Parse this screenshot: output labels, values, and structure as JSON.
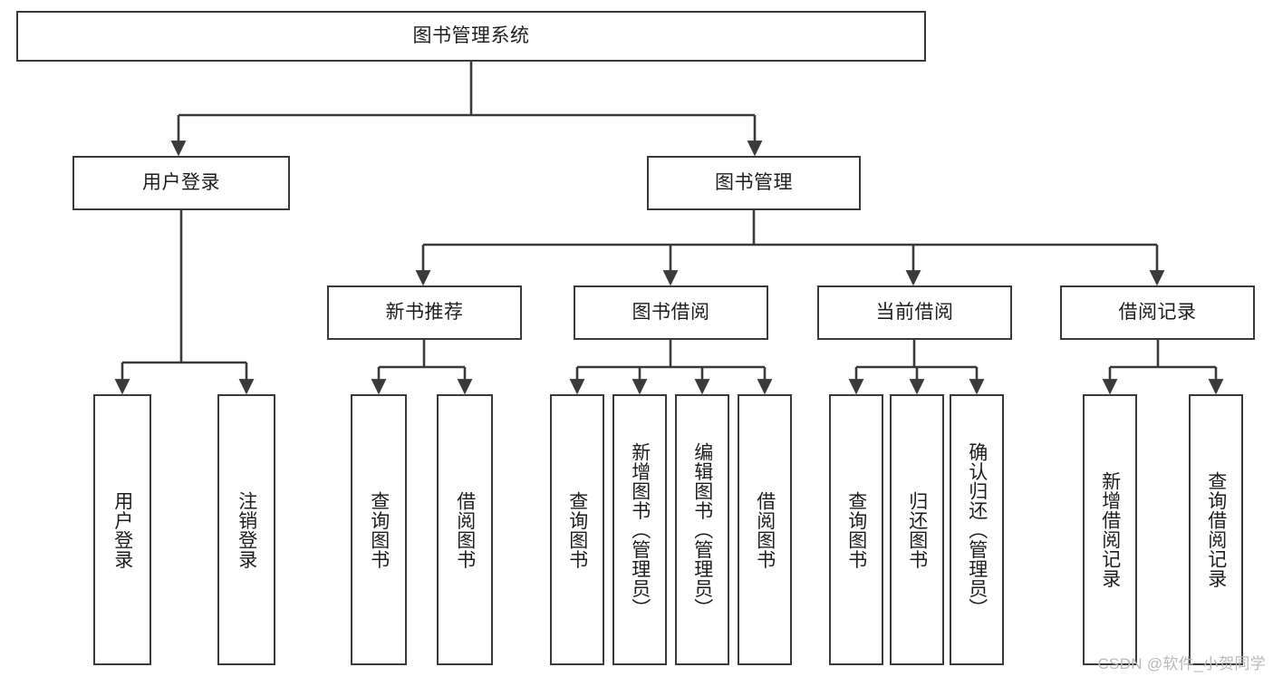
{
  "diagram": {
    "title": "图书管理系统",
    "root": {
      "label": "图书管理系统"
    },
    "level2": [
      {
        "label": "用户登录"
      },
      {
        "label": "图书管理"
      }
    ],
    "level3": [
      {
        "label": "新书推荐"
      },
      {
        "label": "图书借阅"
      },
      {
        "label": "当前借阅"
      },
      {
        "label": "借阅记录"
      }
    ],
    "leaves": {
      "user_login": [
        {
          "label": "用户登录"
        },
        {
          "label": "注销登录"
        }
      ],
      "new_book_recommend": [
        {
          "label": "查询图书"
        },
        {
          "label": "借阅图书"
        }
      ],
      "book_borrow": [
        {
          "label": "查询图书"
        },
        {
          "label": "新增图书（管理员）"
        },
        {
          "label": "编辑图书（管理员）"
        },
        {
          "label": "借阅图书"
        }
      ],
      "current_borrow": [
        {
          "label": "查询图书"
        },
        {
          "label": "归还图书"
        },
        {
          "label": "确认归还（管理员）"
        }
      ],
      "borrow_record": [
        {
          "label": "新增借阅记录"
        },
        {
          "label": "查询借阅记录"
        }
      ]
    }
  },
  "watermark": {
    "text": "CSDN @软件_小贺同学"
  },
  "colors": {
    "stroke": "#3a3a3a",
    "background": "#ffffff",
    "text": "#1d1d1d",
    "watermark": "#b9b9b9"
  }
}
